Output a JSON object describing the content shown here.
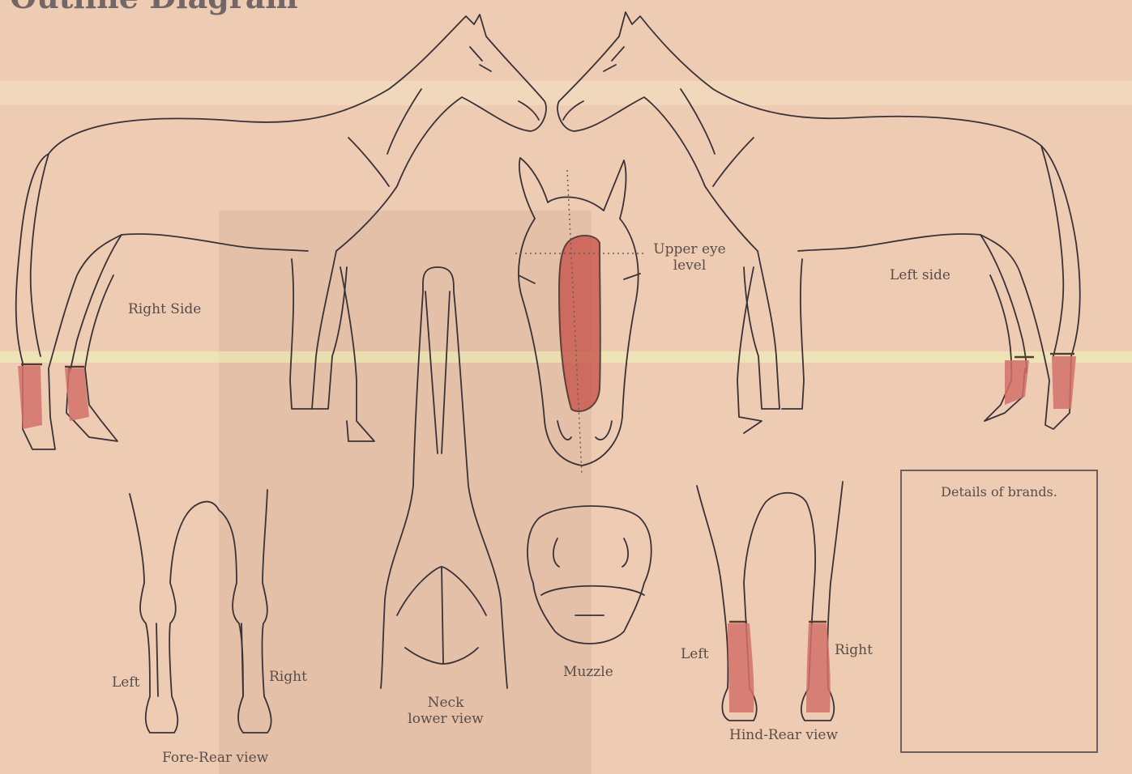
{
  "diagram": {
    "title": "Outline Diagram",
    "labels": {
      "right_side": "Right Side",
      "left_side": "Left side",
      "upper_eye_level_1": "Upper eye",
      "upper_eye_level_2": "level",
      "neck_1": "Neck",
      "neck_2": "lower view",
      "muzzle": "Muzzle",
      "fore_rear_view": "Fore-Rear view",
      "fore_left": "Left",
      "fore_right": "Right",
      "hind_rear_view": "Hind-Rear view",
      "hind_left": "Left",
      "hind_right": "Right"
    },
    "brands": {
      "label": "Details of brands."
    },
    "colors": {
      "paper": "#ecc7ac",
      "ink": "#3a3238",
      "marking": "#d2706a"
    }
  }
}
